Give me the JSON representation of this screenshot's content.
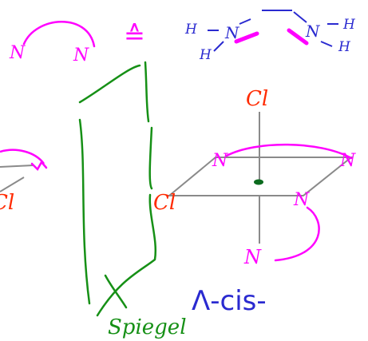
{
  "colors": {
    "magenta": "#ff00ff",
    "red": "#ff2a00",
    "blue": "#2a2ad0",
    "green": "#169016",
    "gray": "#8a8a8a",
    "dark_green": "#0b6b1e"
  },
  "labels": {
    "n_left_1": "N",
    "n_left_2": "N",
    "congruent": "≙",
    "formula_h1": "H",
    "formula_n1": "N",
    "formula_n2": "N",
    "formula_h2": "H",
    "formula_h3": "H",
    "formula_h4": "H",
    "cl_top": "Cl",
    "cl_left": "Cl",
    "cl_edge": "Cl",
    "n_right_top_left": "N",
    "n_right_top_right": "N",
    "n_right_front": "N",
    "n_bottom": "N",
    "isomer_label": "Λ-cis-",
    "mirror_label": "Spiegel"
  }
}
